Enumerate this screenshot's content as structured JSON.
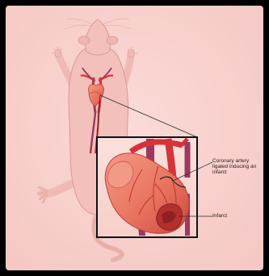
{
  "labels": {
    "coronary": "Coronary artery ligated inducing an infarct",
    "infarct": "Infarct"
  },
  "colors": {
    "frame": "#000000",
    "background": "#f9d0cd",
    "body": "#f3c0bb",
    "outline": "#d99893",
    "heart": "#e86a5a",
    "vessel_red": "#d7323a",
    "vessel_purple": "#9a3a5e",
    "inset_border": "#111111",
    "leader_line": "#2a2a2a"
  },
  "icons": [
    "rat-illustration",
    "heart-illustration",
    "vessels-illustration",
    "zoom-inset-heart"
  ]
}
